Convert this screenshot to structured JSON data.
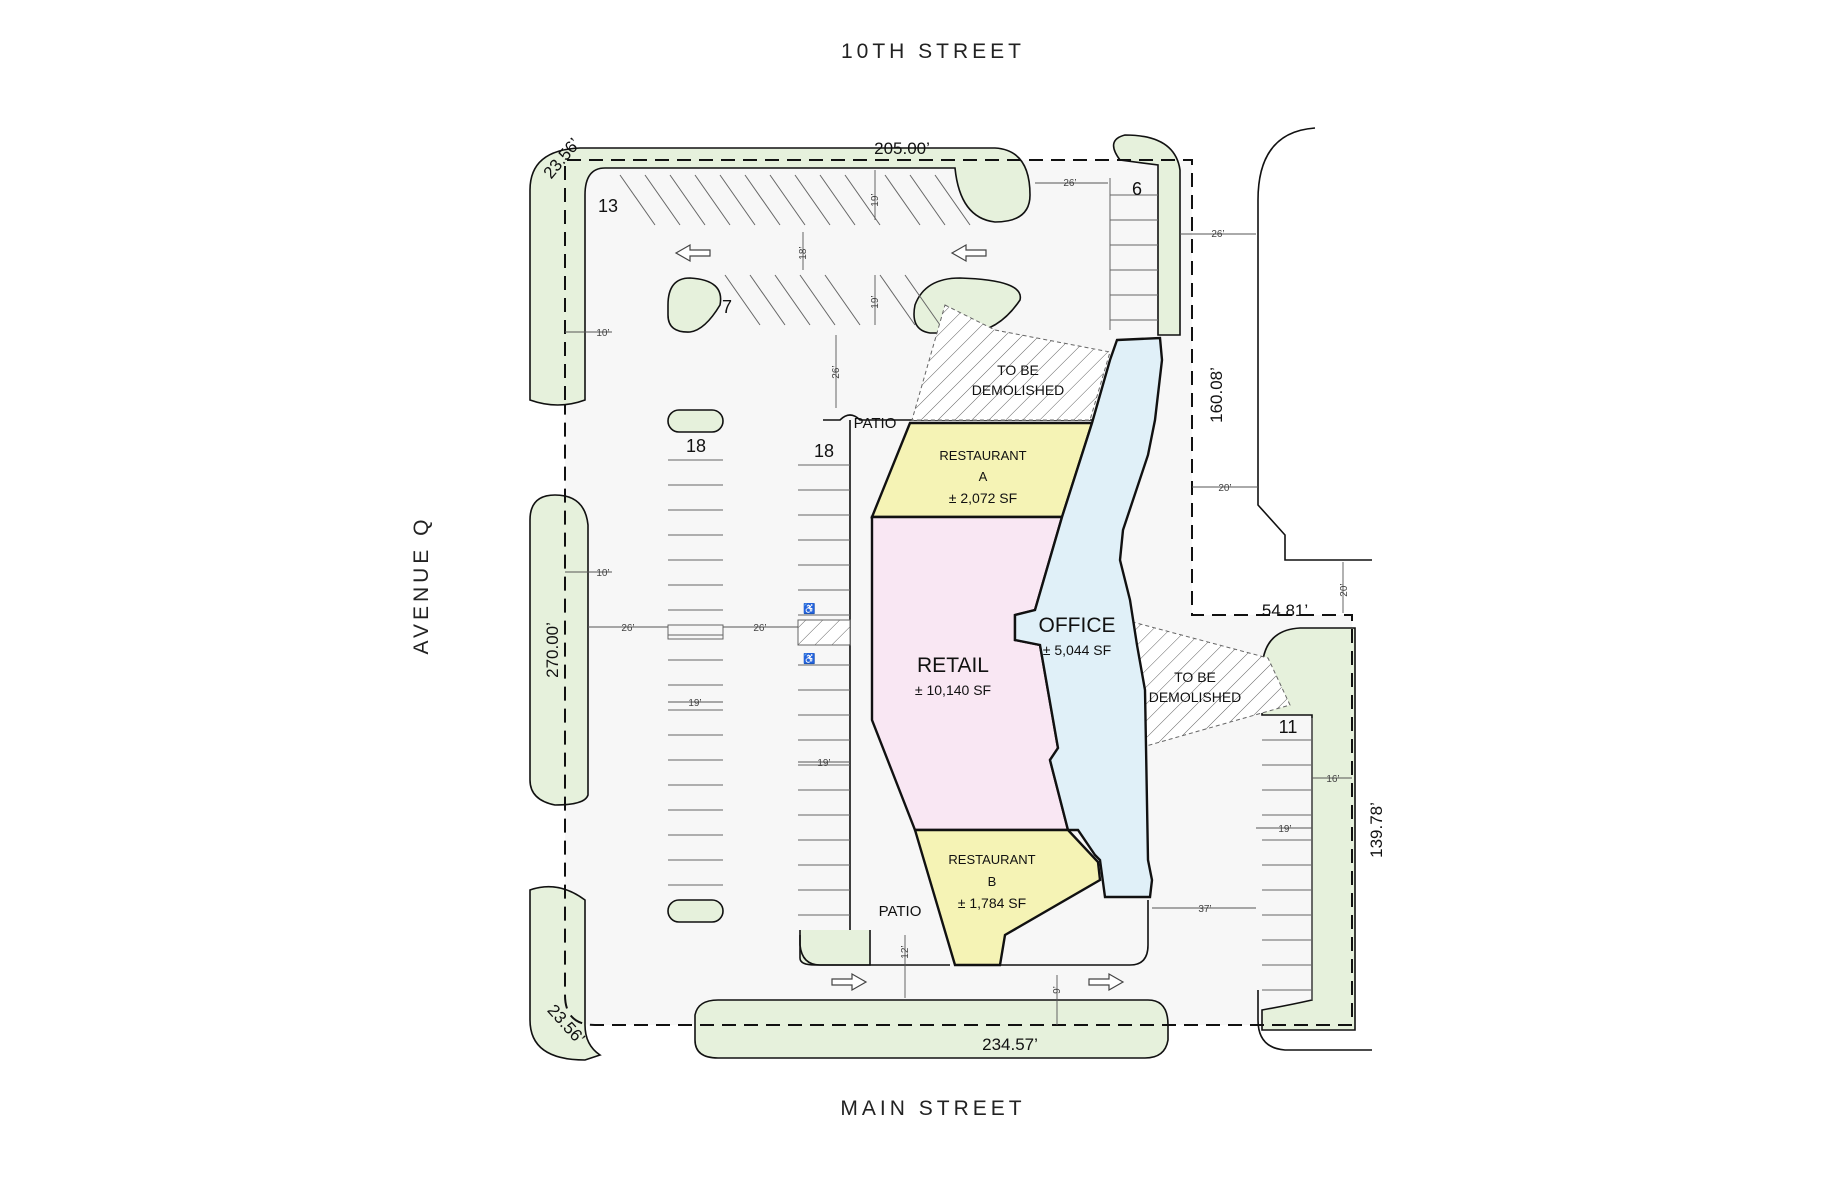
{
  "streets": {
    "north": "10TH STREET",
    "south": "MAIN STREET",
    "west": "AVENUE Q"
  },
  "boundary_dims": {
    "north": "205.00’",
    "west": "270.00’",
    "south": "234.57’",
    "east_upper": "160.08’",
    "east_mid": "54.81’",
    "east_lower": "139.78’",
    "corner_nw": "23.56’",
    "corner_sw": "23.56’"
  },
  "small_dims": {
    "aisle_north_east": "26’",
    "drive_east": "26’",
    "stall_19_a": "19’",
    "aisle_18": "18’",
    "stall_19_b": "19’",
    "aisle_26_north": "26’",
    "setback_10_a": "10’",
    "setback_10_b": "10’",
    "aisle_26_west": "26’",
    "aisle_26_center": "26’",
    "stall_19_c": "19’",
    "stall_19_d": "19’",
    "alley_20_a": "20’",
    "alley_20_b": "20’",
    "setback_16": "16’",
    "stall_19_e": "19’",
    "drive_37": "37’",
    "drive_12": "12’",
    "setback_9": "9’"
  },
  "stall_counts": {
    "north_row": "13",
    "north_island": "7",
    "northeast": "6",
    "west_row": "18",
    "center_row": "18",
    "southeast": "11"
  },
  "buildings": {
    "restaurant_a": {
      "name": "RESTAURANT",
      "unit": "A",
      "area": "± 2,072 SF"
    },
    "retail": {
      "name": "RETAIL",
      "area": "± 10,140 SF"
    },
    "office": {
      "name": "OFFICE",
      "area": "± 5,044 SF"
    },
    "restaurant_b": {
      "name": "RESTAURANT",
      "unit": "B",
      "area": "± 1,784 SF"
    }
  },
  "demolish": {
    "north": [
      "TO BE",
      "DEMOLISHED"
    ],
    "east": [
      "TO BE",
      "DEMOLISHED"
    ]
  },
  "patios": {
    "north": "PATIO",
    "south": "PATIO"
  },
  "colors": {
    "landscape": "#e6f1dc",
    "pavement": "#f7f7f7",
    "restaurant": "#f5f3b5",
    "retail": "#f9e7f3",
    "office": "#e0f0f8"
  }
}
